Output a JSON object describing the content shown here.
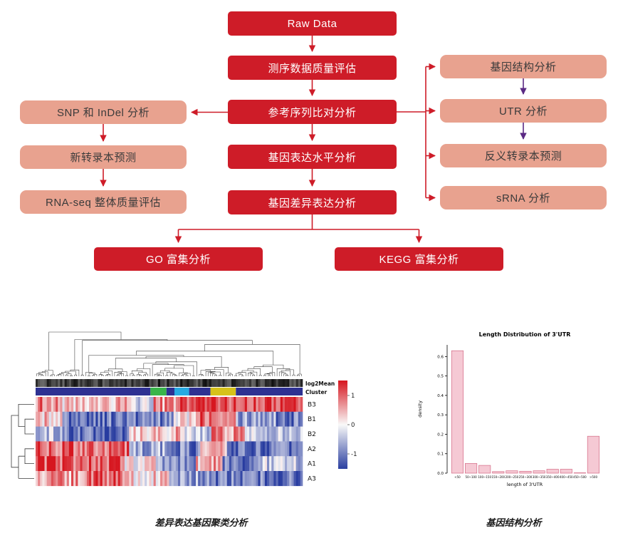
{
  "flowchart": {
    "center": [
      {
        "label": "Raw Data"
      },
      {
        "label": "测序数据质量评估"
      },
      {
        "label": "参考序列比对分析"
      },
      {
        "label": "基因表达水平分析"
      },
      {
        "label": "基因差异表达分析"
      }
    ],
    "left": [
      {
        "label": "SNP 和 InDel 分析"
      },
      {
        "label": "新转录本预测"
      },
      {
        "label": "RNA-seq 整体质量评估"
      }
    ],
    "right": [
      {
        "label": "基因结构分析"
      },
      {
        "label": "UTR 分析"
      },
      {
        "label": "反义转录本预测"
      },
      {
        "label": "sRNA 分析"
      }
    ],
    "bottom": [
      {
        "label": "GO 富集分析"
      },
      {
        "label": "KEGG 富集分析"
      }
    ],
    "colors": {
      "main_box": "#ce1c28",
      "side_box": "#e8a28f",
      "arrow": "#ce1c28",
      "arrow_secondary": "#5b2a84"
    }
  },
  "chart_data": [
    {
      "type": "heatmap",
      "caption": "差异表达基因聚类分析",
      "rows": [
        "B3",
        "B1",
        "B2",
        "A2",
        "A1",
        "A3"
      ],
      "n_columns": 120,
      "legend_position": "right",
      "annotation_tracks": [
        {
          "name": "log2Mean",
          "style": "grayscale"
        },
        {
          "name": "Cluster",
          "style": "categorical",
          "segments": [
            {
              "from": 0,
              "to": 0.43,
              "color": "#2e3192"
            },
            {
              "from": 0.43,
              "to": 0.49,
              "color": "#39b54a"
            },
            {
              "from": 0.49,
              "to": 0.52,
              "color": "#2e3192"
            },
            {
              "from": 0.52,
              "to": 0.575,
              "color": "#27aae1"
            },
            {
              "from": 0.575,
              "to": 0.655,
              "color": "#2e3192"
            },
            {
              "from": 0.655,
              "to": 0.75,
              "color": "#d6c21a"
            },
            {
              "from": 0.75,
              "to": 1,
              "color": "#2e3192"
            }
          ]
        }
      ],
      "colorbar": {
        "ticks": [
          "1",
          "0",
          "-1"
        ],
        "top_color": "#d6161f",
        "mid_color": "#f9f9f9",
        "bottom_color": "#2b3fa0"
      },
      "row_value_segments": {
        "B3": [
          [
            0,
            0.1,
            0.7
          ],
          [
            0.1,
            0.22,
            0.2
          ],
          [
            0.22,
            0.34,
            0.4
          ],
          [
            0.34,
            0.44,
            -0.15
          ],
          [
            0.44,
            0.54,
            0.55
          ],
          [
            0.54,
            1,
            1.0
          ]
        ],
        "B1": [
          [
            0,
            0.1,
            0.3
          ],
          [
            0.1,
            0.52,
            -0.85
          ],
          [
            0.52,
            0.6,
            0.2
          ],
          [
            0.6,
            0.75,
            0.9
          ],
          [
            0.75,
            0.9,
            -0.5
          ],
          [
            0.9,
            1,
            -0.8
          ]
        ],
        "B2": [
          [
            0,
            0.12,
            -0.4
          ],
          [
            0.12,
            0.35,
            -0.85
          ],
          [
            0.35,
            0.55,
            0.35
          ],
          [
            0.55,
            0.66,
            -0.3
          ],
          [
            0.66,
            0.78,
            0.6
          ],
          [
            0.78,
            1,
            -0.2
          ]
        ],
        "A2": [
          [
            0,
            0.35,
            0.85
          ],
          [
            0.35,
            0.5,
            -0.5
          ],
          [
            0.5,
            0.62,
            -0.8
          ],
          [
            0.62,
            0.72,
            0.3
          ],
          [
            0.72,
            1,
            -0.9
          ]
        ],
        "A1": [
          [
            0,
            0.33,
            0.9
          ],
          [
            0.33,
            0.45,
            0.1
          ],
          [
            0.45,
            0.6,
            -0.7
          ],
          [
            0.6,
            0.7,
            0.4
          ],
          [
            0.7,
            0.85,
            -0.8
          ],
          [
            0.85,
            1,
            -0.3
          ]
        ],
        "A3": [
          [
            0,
            0.2,
            0.5
          ],
          [
            0.2,
            0.35,
            0.8
          ],
          [
            0.35,
            0.5,
            0.2
          ],
          [
            0.5,
            0.65,
            -0.6
          ],
          [
            0.65,
            1,
            -0.85
          ]
        ]
      },
      "noise": 0.5
    },
    {
      "type": "bar",
      "title": "Length Distribution of 3'UTR",
      "xlabel": "length of 3'UTR",
      "ylabel": "density",
      "categories": [
        "<50",
        "50~100",
        "100~150",
        "150~200",
        "200~250",
        "250~300",
        "300~350",
        "350~400",
        "400~450",
        "450~500",
        ">500"
      ],
      "values": [
        0.63,
        0.05,
        0.04,
        0.008,
        0.012,
        0.01,
        0.012,
        0.02,
        0.02,
        0.002,
        0.19
      ],
      "ylim": [
        0,
        0.66
      ],
      "yticks": [
        0,
        0.1,
        0.2,
        0.3,
        0.4,
        0.5,
        0.6
      ],
      "grid": false,
      "bar_fill": "#f5c9d4",
      "bar_border": "#d46a85",
      "caption": "基因结构分析"
    }
  ]
}
